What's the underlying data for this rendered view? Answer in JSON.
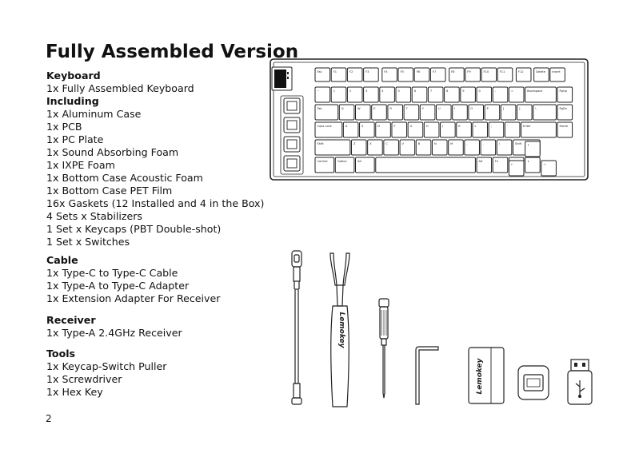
{
  "title": "Fully Assembled Version",
  "page_number": "2",
  "sections": [
    {
      "heading": "Keyboard",
      "items": [
        "1x Fully Assembled Keyboard"
      ]
    },
    {
      "heading": "Including",
      "items": [
        "1x Aluminum Case",
        "1x PCB",
        "1x PC Plate",
        "1x Sound Absorbing Foam",
        "1x IXPE Foam",
        "1x Bottom Case Acoustic Foam",
        "1x Bottom Case PET Film",
        "16x Gaskets (12 Installed and 4 in the Box)",
        "4 Sets x Stabilizers",
        "1 Set x Keycaps (PBT Double-shot)",
        "1 Set x Switches"
      ]
    },
    {
      "heading": "Cable",
      "items": [
        "1x Type-C to Type-C Cable",
        "1x Type-A to Type-C Adapter",
        "1x Extension Adapter For Receiver"
      ]
    },
    {
      "heading": "Receiver",
      "items": [
        "1x Type-A 2.4GHz Receiver"
      ]
    },
    {
      "heading": "Tools",
      "items": [
        "1x Keycap-Switch Puller",
        "1x Screwdriver",
        "1x Hex Key"
      ]
    }
  ],
  "brand": "Lemokey",
  "keyboard": {
    "rows": [
      [
        "Esc",
        "F1",
        "F2",
        "F3",
        "F4",
        "F5",
        "F6",
        "F7",
        "F8",
        "F9",
        "F10",
        "F11",
        "F12",
        "Delete",
        "Insert"
      ],
      [
        "~",
        "1",
        "2",
        "3",
        "4",
        "5",
        "6",
        "7",
        "8",
        "9",
        "0",
        "-",
        "=",
        "Backspace",
        "PgUp"
      ],
      [
        "Tab",
        "Q",
        "W",
        "E",
        "R",
        "T",
        "Y",
        "U",
        "I",
        "O",
        "P",
        "[",
        "]",
        "\\",
        "PgDn"
      ],
      [
        "Caps Lock",
        "A",
        "S",
        "D",
        "F",
        "G",
        "H",
        "J",
        "K",
        "L",
        ";",
        "'",
        "Enter",
        "Home"
      ],
      [
        "Shift",
        "Z",
        "X",
        "C",
        "V",
        "B",
        "N",
        "M",
        ",",
        ".",
        "/",
        "Shift",
        "↑"
      ],
      [
        "Control",
        "Option",
        "Alt",
        "",
        "Alt",
        "Fn",
        "Ctrl",
        "←",
        "↓",
        "→"
      ]
    ]
  }
}
